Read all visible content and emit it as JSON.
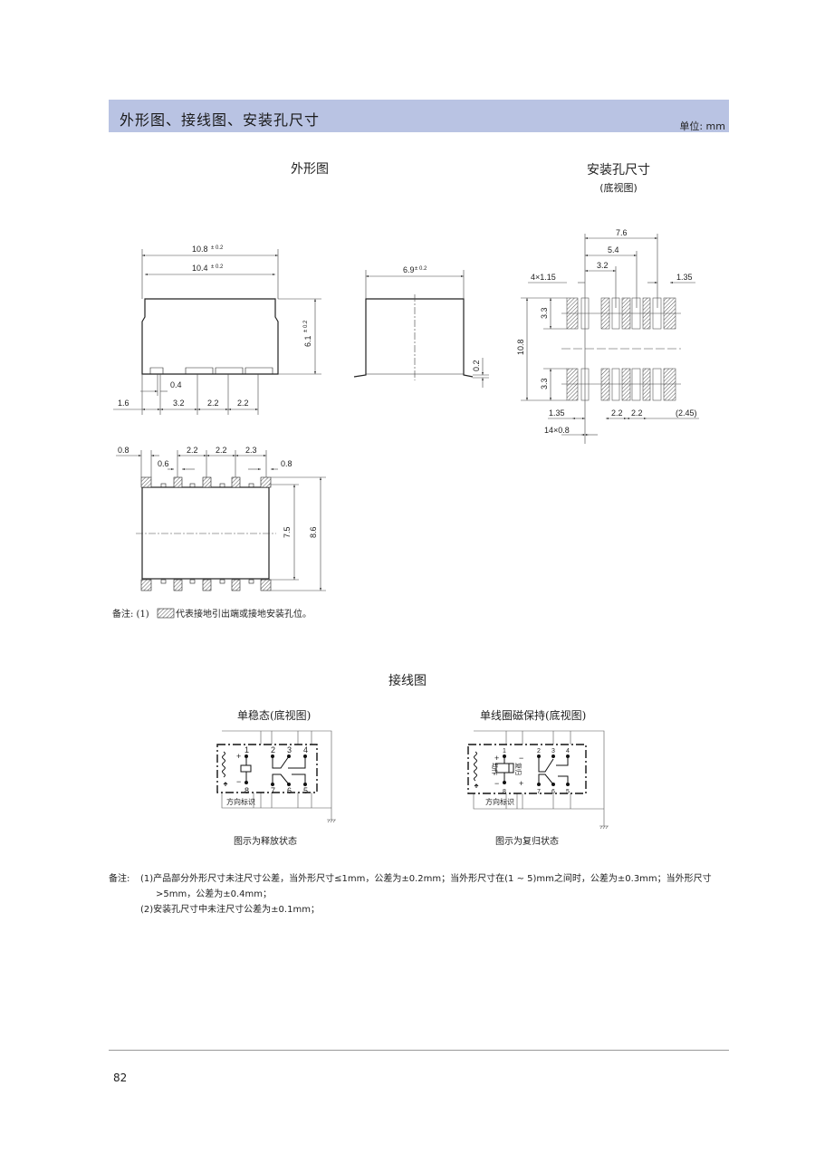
{
  "header": {
    "title": "外形图、接线图、安装孔尺寸",
    "unit": "单位: mm"
  },
  "outline": {
    "title": "外形图",
    "front": {
      "w_outer": "10.8",
      "w_inner": "10.4",
      "tol": "± 0.2",
      "height": "6.1",
      "pin_w": "0.4",
      "d1": "1.6",
      "d2": "3.2",
      "d3": "2.2",
      "d4": "2.2"
    },
    "side": {
      "width": "6.9",
      "tol": "± 0.2",
      "standoff": "0.2"
    },
    "bottom": {
      "d_left": "0.8",
      "d_pin": "0.6",
      "p1": "2.2",
      "p2": "2.2",
      "p3": "2.3",
      "d_right": "0.8",
      "h_inner": "7.5",
      "h_outer": "8.6"
    },
    "note_prefix": "备注:  (1)",
    "note_text": "代表接地引出端或接地安装孔位。"
  },
  "mount": {
    "title": "安装孔尺寸",
    "subtitle": "(底视图)",
    "dims": {
      "d76": "7.6",
      "d54": "5.4",
      "d32": "3.2",
      "pad_w": "4×1.15",
      "r135": "1.35",
      "h108": "10.8",
      "h33a": "3.3",
      "h33b": "3.3",
      "b135": "1.35",
      "b22a": "2.2",
      "b22b": "2.2",
      "b245": "(2.45)",
      "pad08": "14×0.8"
    }
  },
  "wiring": {
    "title": "接线图",
    "diagrams": [
      {
        "title": "单稳态(底视图)",
        "caption": "图示为释放状态",
        "marker": "方向标识",
        "pins": [
          "1",
          "2",
          "3",
          "4",
          "8",
          "7",
          "6",
          "5"
        ],
        "plus": "+",
        "minus": "−"
      },
      {
        "title": "单线圈磁保持(底视图)",
        "caption": "图示为复归状态",
        "marker": "方向标识",
        "pins": [
          "1",
          "2",
          "3",
          "4",
          "8",
          "7",
          "6",
          "5"
        ],
        "plus": "+",
        "minus": "−",
        "set_label": "动作",
        "reset_label": "复归"
      }
    ]
  },
  "notes": {
    "prefix": "备注:",
    "line1": "(1)产品部分外形尺寸未注尺寸公差，当外形尺寸≤1mm，公差为±0.2mm；当外形尺寸在(1 ~ 5)mm之间时，公差为±0.3mm；当外形尺寸",
    "line1b": ">5mm，公差为±0.4mm；",
    "line2": "(2)安装孔尺寸中未注尺寸公差为±0.1mm；"
  },
  "footer": {
    "page": "82"
  },
  "colors": {
    "header_bg": "#b9c3e3",
    "rule": "#999999"
  }
}
